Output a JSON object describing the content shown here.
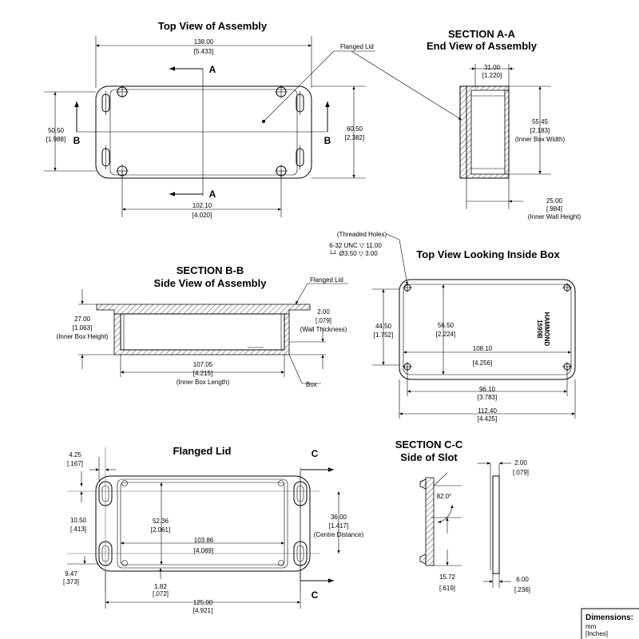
{
  "titles": {
    "top_view": "Top View of Assembly",
    "section_aa_1": "SECTION A-A",
    "section_aa_2": "End View of Assembly",
    "section_bb_1": "SECTION B-B",
    "section_bb_2": "Side View of Assembly",
    "top_inside": "Top View Looking Inside Box",
    "flanged_lid": "Flanged Lid",
    "section_cc_1": "SECTION  C-C",
    "section_cc_2": "Side  of Slot"
  },
  "labels": {
    "flanged_lid_top": "Flanged Lid",
    "flanged_lid_bb": "Flanged Lid",
    "box": "Box",
    "threaded_holes": "(Threaded Holes)",
    "thread_spec": "6-32 UNC ▽ 11.00",
    "counterbore_spec": "└┘ Ø3.50 ▽ 3.00",
    "brand_1": "HAMMOND",
    "brand_2": "1590B",
    "section_a": "A",
    "section_b": "B",
    "section_c": "C",
    "angle": "82.0°"
  },
  "dims": {
    "top_width": [
      "138.00",
      "[5.433]"
    ],
    "top_height_left": [
      "50.50",
      "[1.988]"
    ],
    "top_height_right": [
      "60.50",
      "[2.382]"
    ],
    "top_hole_spacing": [
      "102.10",
      "[4.020]"
    ],
    "aa_width": [
      "31.00",
      "[1.220]"
    ],
    "aa_inner": [
      "55.45",
      "[2.183]",
      "(Inner Box Width)"
    ],
    "aa_wall": [
      "25.00",
      "[.984]",
      "(Inner Wall Height)"
    ],
    "bb_height": [
      "27.00",
      "[1.063]",
      "(Inner Box Height)"
    ],
    "bb_wall": [
      "2.00",
      "[.079]",
      "(Wall Thickness)"
    ],
    "bb_length": [
      "107.05",
      "[4.215]",
      "(Inner Box Length)"
    ],
    "in_height_outer": [
      "44.50",
      "[1.752]"
    ],
    "in_height_inner": [
      "56.50",
      "[2.224]"
    ],
    "in_width_inner": [
      "108.10",
      "[4.256]"
    ],
    "in_width_holes": [
      "96.10",
      "[3.783]"
    ],
    "in_width_outer": [
      "112.40",
      "[4.425]"
    ],
    "lid_425": [
      "4.25",
      "[.167]"
    ],
    "lid_1050": [
      "10.50",
      "[.413]"
    ],
    "lid_947": [
      "9.47",
      "[.373]"
    ],
    "lid_5236": [
      "52.36",
      "[2.061]"
    ],
    "lid_10386": [
      "103.86",
      "[4.089]"
    ],
    "lid_182": [
      "1.82",
      "[.072]"
    ],
    "lid_125": [
      "125.00",
      "[4.921]"
    ],
    "lid_36": [
      "36.00",
      "[1.417]",
      "(Centre Distance)"
    ],
    "cc_200": [
      "2.00",
      "[.079]"
    ],
    "cc_1572": [
      "15.72",
      "[.619]"
    ],
    "cc_600": [
      "6.00",
      "[.236]"
    ]
  },
  "legend": {
    "title": "Dimensions:",
    "unit1": "mm",
    "unit2": "[Inches]"
  }
}
